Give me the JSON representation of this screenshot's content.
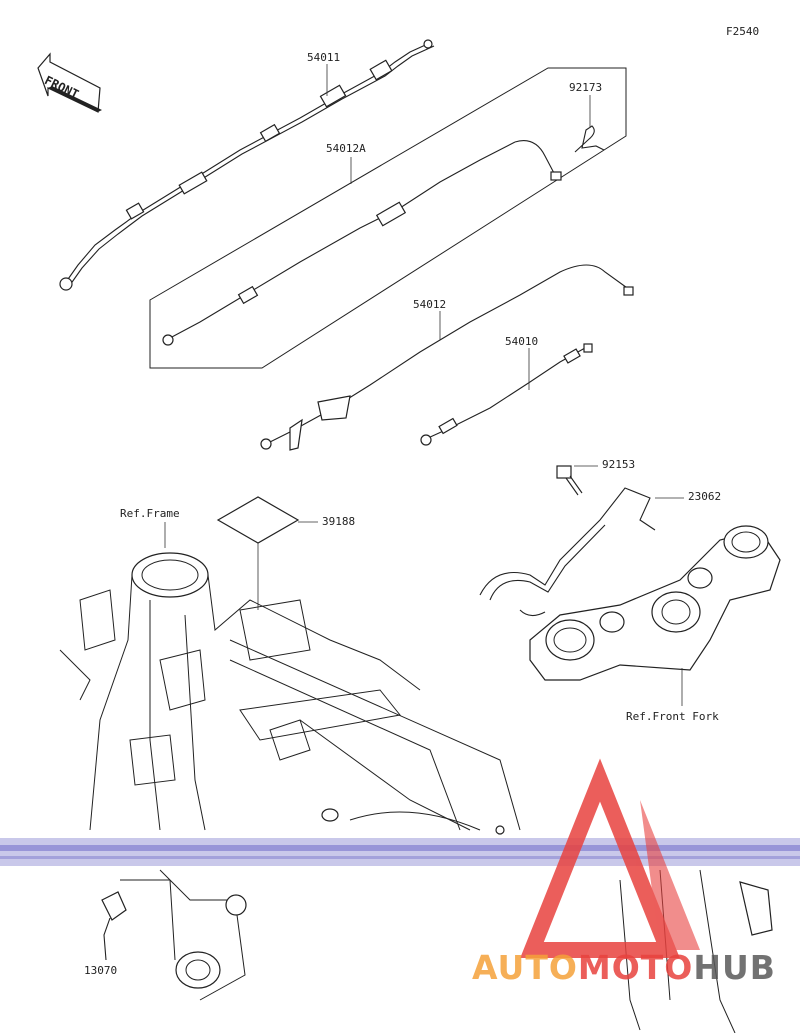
{
  "figure_code": "F2540",
  "front_marker": "FRONT",
  "parts": {
    "p54011": "54011",
    "p54012A": "54012A",
    "p92173": "92173",
    "p54012": "54012",
    "p54010": "54010",
    "p92153": "92153",
    "p23062": "23062",
    "p39188": "39188",
    "p13070": "13070"
  },
  "refs": {
    "frame": "Ref.Frame",
    "front_fork": "Ref.Front Fork"
  },
  "watermark": {
    "part1": "AUTO",
    "part2": "MOTO",
    "part3": "HUB",
    "colors": {
      "orange": "#f5a23a",
      "red": "#e8423e",
      "gray": "#5a5a5a"
    }
  }
}
